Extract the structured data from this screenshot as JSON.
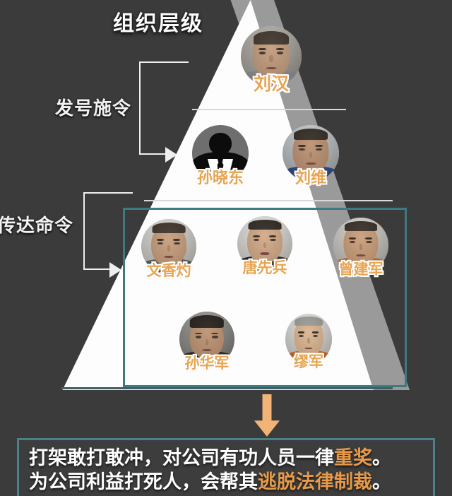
{
  "title": "组织层级",
  "colors": {
    "background": "#3b3b3b",
    "pyramid": "#fdfdfd",
    "pyramid_shadow": "#9a9a9a",
    "teal_border": "#3f7a82",
    "name_text": "#e8a451",
    "highlight": "#e79a4a",
    "arrow": "#f2b377",
    "label_text": "#f2f2f2"
  },
  "side_labels": [
    {
      "id": "fahao",
      "text": "发号施令"
    },
    {
      "id": "chuanda",
      "text": "传达命令"
    }
  ],
  "tiers": [
    {
      "level": 1,
      "members": [
        {
          "name": "刘汉",
          "avatar": "photo-portrait"
        }
      ]
    },
    {
      "level": 2,
      "members": [
        {
          "name": "孙晓东",
          "avatar": "silhouette-portrait"
        },
        {
          "name": "刘维",
          "avatar": "photo-portrait"
        }
      ]
    },
    {
      "level": 3,
      "grouped": true,
      "rows": [
        [
          {
            "name": "文香灼",
            "avatar": "photo-portrait"
          },
          {
            "name": "唐先兵",
            "avatar": "photo-portrait"
          },
          {
            "name": "曾建军",
            "avatar": "photo-portrait"
          }
        ],
        [
          {
            "name": "孙华军",
            "avatar": "photo-portrait"
          },
          {
            "name": "缪军",
            "avatar": "photo-portrait"
          }
        ]
      ]
    }
  ],
  "quote": {
    "line1": {
      "plain_a": "打架敢打敢冲，对公司有功人员一律",
      "highlight": "重奖",
      "plain_b": "。"
    },
    "line2": {
      "plain_a": "为公司利益打死人，会帮其",
      "highlight": "逃脱法律制裁",
      "plain_b": "。"
    }
  },
  "arrow_down_icon": "arrow-down-icon"
}
